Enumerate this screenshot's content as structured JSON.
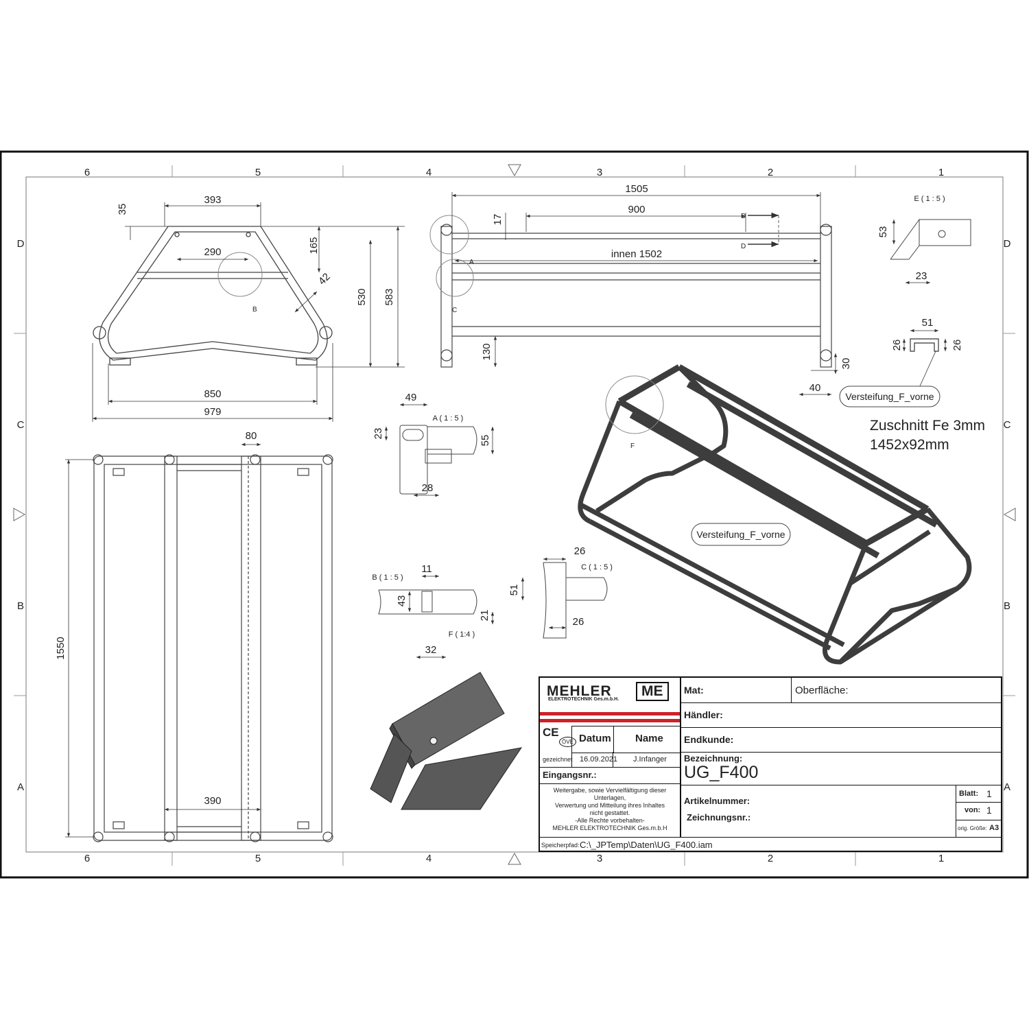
{
  "grid": {
    "columns": [
      "6",
      "5",
      "4",
      "3",
      "2",
      "1"
    ],
    "rows": [
      "D",
      "C",
      "B",
      "A"
    ]
  },
  "dims": {
    "d393": "393",
    "d35": "35",
    "d290": "290",
    "d165": "165",
    "d42": "42",
    "d530": "530",
    "d583": "583",
    "d850": "850",
    "d979": "979",
    "d1505": "1505",
    "d900": "900",
    "d17": "17",
    "d1502": "innen 1502",
    "d130": "130",
    "d30": "30",
    "d40": "40",
    "d53": "53",
    "d23e": "23",
    "d51": "51",
    "d26a": "26",
    "d26b": "26",
    "d49": "49",
    "d23a": "23",
    "d55": "55",
    "d28": "28",
    "d80": "80",
    "d1550": "1550",
    "d390": "390",
    "d11": "11",
    "d43": "43",
    "d21": "21",
    "d32": "32",
    "d26c": "26",
    "d51c": "51",
    "d26d": "26"
  },
  "markers": {
    "A": "A",
    "B": "B",
    "C": "C",
    "D": "D",
    "F": "F"
  },
  "views": {
    "detail_a": "A ( 1 : 5 )",
    "detail_b": "B ( 1 : 5 )",
    "detail_c": "C ( 1 : 5 )",
    "detail_e": "E ( 1 : 5 )",
    "detail_f": "F ( 1:4 )"
  },
  "callouts": {
    "stiffener_1": "Versteifung_F_vorne",
    "stiffener_2": "Versteifung_F_vorne"
  },
  "note": {
    "line1": "Zuschnitt Fe 3mm",
    "line2": "1452x92mm"
  },
  "titleblock": {
    "company_name": "MEHLER",
    "company_mark": "ME",
    "company_sub": "ELEKTROTECHNIK Ges.m.b.H.",
    "ce": "CE",
    "ove": "ÖVE",
    "datum_label": "Datum",
    "name_label": "Name",
    "drawn_label": "gezeichnet",
    "drawn_date": "16.09.2021",
    "drawn_name": "J.Infanger",
    "eingang_label": "Eingangsnr.:",
    "copyright_1": "Weitergabe, sowie Vervielfältigung dieser",
    "copyright_2": "Unterlagen,",
    "copyright_3": "Verwertung und Mitteilung ihres Inhaltes",
    "copyright_4": "nicht gestattet.",
    "copyright_5": "-Alle Rechte vorbehalten-",
    "copyright_6": "MEHLER ELEKTROTECHNIK Ges.m.b.H",
    "mat_label": "Mat:",
    "surface_label": "Oberfläche:",
    "dealer_label": "Händler:",
    "customer_label": "Endkunde:",
    "designation_label": "Bezeichnung:",
    "designation_value": "UG_F400",
    "article_label": "Artikelnummer:",
    "drawing_no_label": "Zeichnungsnr.:",
    "sheet_label": "Blatt:",
    "sheet_value": "1",
    "of_label": "von:",
    "of_value": "1",
    "size_label": "orig. Größe:",
    "size_value": "A3",
    "path_label": "Speicherpfad:",
    "path_value": "C:\\_JPTemp\\Daten\\UG_F400.iam"
  }
}
